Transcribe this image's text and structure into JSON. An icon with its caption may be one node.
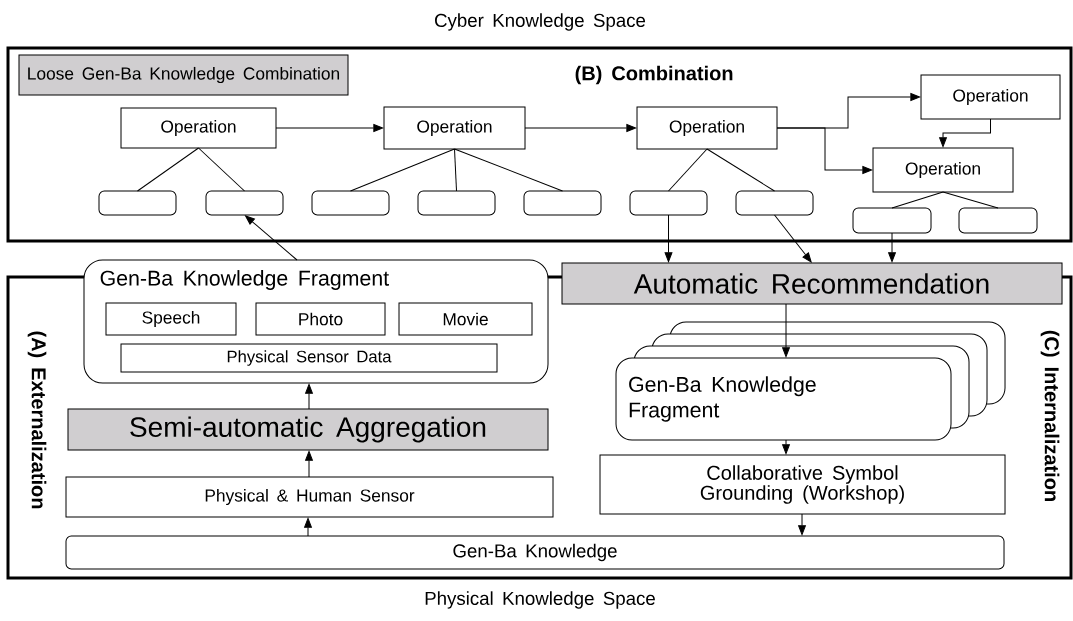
{
  "diagram": {
    "nodes": [
      {
        "text": [
          "Cyber Knowledge Space",
          "(B) Combination"
        ]
      },
      {
        "text": [
          "Loose Gen-Ba Knowledge Combination"
        ],
        "in": 0
      },
      {
        "text": [
          "Operation"
        ],
        "in": 0
      },
      {
        "text": [
          "Operation"
        ],
        "in": 0
      },
      {
        "text": [
          "Operation"
        ],
        "in": 0
      },
      {
        "text": [
          "Operation"
        ],
        "in": 0
      },
      {
        "text": [
          "Operation"
        ],
        "in": 0
      },
      {
        "text": [],
        "shape": "box",
        "in": 0
      },
      {
        "text": [],
        "shape": "box",
        "in": 0
      },
      {
        "text": [],
        "shape": "box",
        "in": 0
      },
      {
        "text": [],
        "shape": "box",
        "in": 0
      },
      {
        "text": [],
        "shape": "box",
        "in": 0
      },
      {
        "text": [],
        "shape": "box",
        "in": 0
      },
      {
        "text": [],
        "shape": "box",
        "in": 0
      },
      {
        "text": [],
        "shape": "box",
        "in": 0
      },
      {
        "text": [],
        "shape": "box",
        "in": 0
      },
      {
        "text": [
          "Physical Knowledge Space",
          "(A) Externalization",
          "(C) Internalization"
        ]
      },
      {
        "text": [
          "Gen-Ba Knowledge Fragment"
        ]
      },
      {
        "text": [
          "Speech"
        ],
        "in": 17
      },
      {
        "text": [
          "Photo"
        ],
        "in": 17
      },
      {
        "text": [
          "Movie"
        ],
        "in": 17
      },
      {
        "text": [
          "Physical Sensor Data"
        ],
        "in": 17
      },
      {
        "text": [
          "Semi-automatic Aggregation"
        ],
        "in": 16
      },
      {
        "text": [
          "Physical & Human Sensor"
        ],
        "in": 16
      },
      {
        "text": [
          "Gen-Ba Knowledge"
        ],
        "in": 16
      },
      {
        "text": [
          "Automatic Recommendation"
        ]
      },
      {
        "text": [
          "Gen-Ba Knowledge Fragment"
        ],
        "in": 16
      },
      {
        "text": [
          "Collaborative Symbol Grounding (Workshop)"
        ],
        "in": 16
      }
    ],
    "edges": [
      {
        "from": 2,
        "to": 3,
        "arrow": "to"
      },
      {
        "from": 3,
        "to": 4,
        "arrow": "to"
      },
      {
        "from": 4,
        "to": 5,
        "arrow": "to"
      },
      {
        "from": 4,
        "to": 6,
        "arrow": "to"
      },
      {
        "from": 5,
        "to": 6,
        "arrow": "to"
      },
      {
        "from": 2,
        "to": 7,
        "arrow": "none"
      },
      {
        "from": 2,
        "to": 8,
        "arrow": "none"
      },
      {
        "from": 3,
        "to": 9,
        "arrow": "none"
      },
      {
        "from": 3,
        "to": 10,
        "arrow": "none"
      },
      {
        "from": 3,
        "to": 11,
        "arrow": "none"
      },
      {
        "from": 4,
        "to": 12,
        "arrow": "none"
      },
      {
        "from": 4,
        "to": 13,
        "arrow": "none"
      },
      {
        "from": 6,
        "to": 14,
        "arrow": "none"
      },
      {
        "from": 6,
        "to": 15,
        "arrow": "none"
      },
      {
        "from": 17,
        "to": 8,
        "arrow": "to"
      },
      {
        "from": 12,
        "to": 25,
        "arrow": "to"
      },
      {
        "from": 13,
        "to": 25,
        "arrow": "to"
      },
      {
        "from": 14,
        "to": 25,
        "arrow": "to"
      },
      {
        "from": 25,
        "to": 26,
        "arrow": "to"
      },
      {
        "from": 26,
        "to": 27,
        "arrow": "to"
      },
      {
        "from": 27,
        "to": 24,
        "arrow": "to"
      },
      {
        "from": 24,
        "to": 23,
        "arrow": "to"
      },
      {
        "from": 23,
        "to": 22,
        "arrow": "to"
      },
      {
        "from": 22,
        "to": 17,
        "arrow": "to"
      }
    ]
  }
}
